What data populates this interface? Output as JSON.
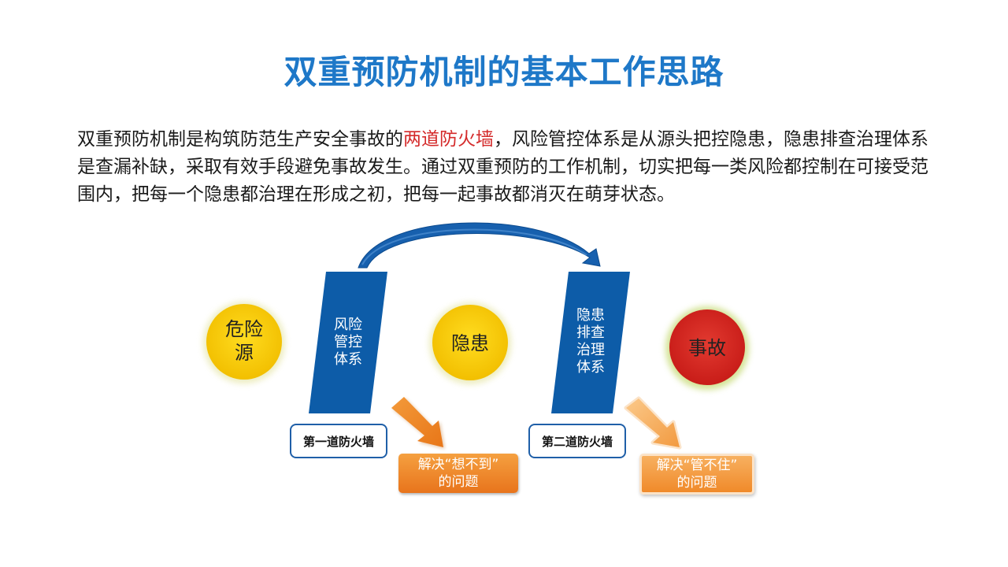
{
  "title": "双重预防机制的基本工作思路",
  "intro": {
    "part1": "双重预防机制是构筑防范生产安全事故的",
    "highlight": "两道防火墙",
    "part2": "，风险管控体系是从源头把控隐患，隐患排查治理体系是查漏补缺，采取有效手段避免事故发生。通过双重预防的工作机制，切实把每一类风险都控制在可接受范围内，把每一个隐患都治理在形成之初，把每一起事故都消灭在萌芽状态。"
  },
  "diagram": {
    "circles": [
      {
        "line1": "危险",
        "line2": "源"
      },
      {
        "line1": "隐患"
      },
      {
        "line1": "事故"
      }
    ],
    "walls": [
      {
        "line1": "风险",
        "line2": "管控",
        "line3": "体系",
        "box_label": "第一道防火墙"
      },
      {
        "line1": "隐患",
        "line2": "排查",
        "line3": "治理",
        "line4": "体系",
        "box_label": "第二道防火墙"
      }
    ],
    "notes": [
      {
        "line1": "解决“想不到”",
        "line2": "的问题"
      },
      {
        "line1": "解决“管不住”",
        "line2": "的问题"
      }
    ]
  },
  "colors": {
    "title": "#1e78c8",
    "highlight": "#d42a2a",
    "wall": "#0d5ca8",
    "yellow_circle": "#f7c600",
    "red_circle": "#d8221f",
    "orange_arrow": "#ef8a2a"
  }
}
